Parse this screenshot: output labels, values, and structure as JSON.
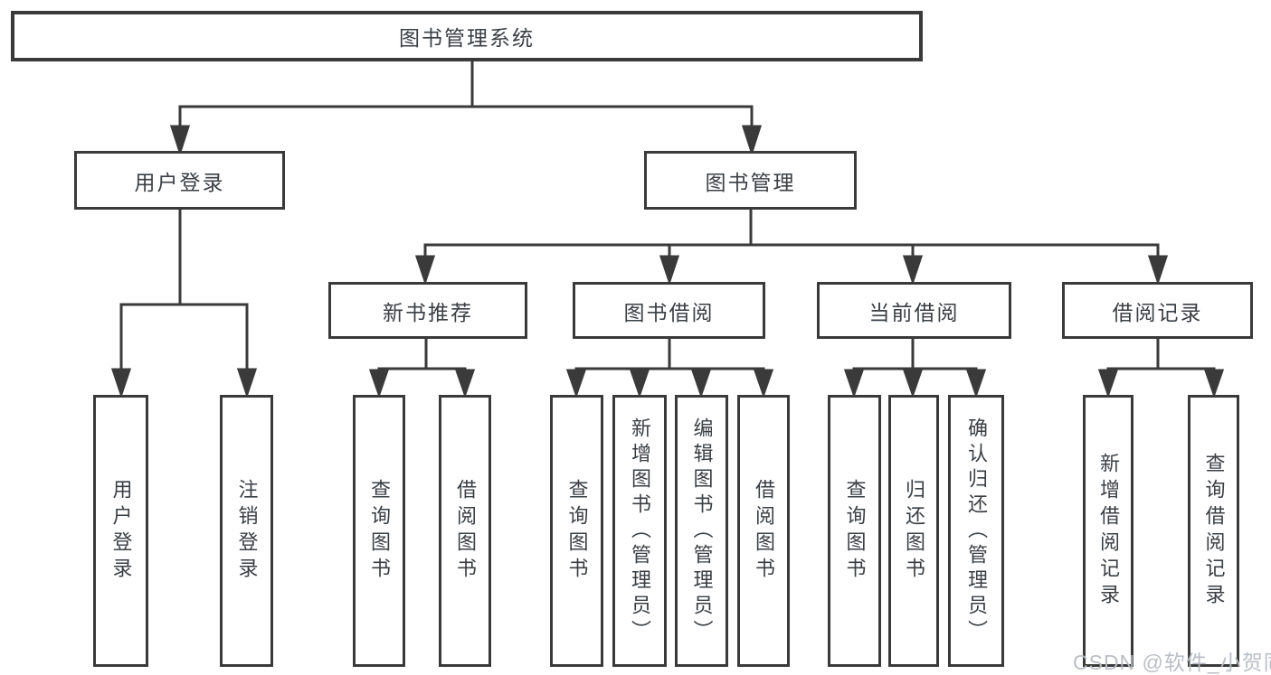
{
  "tree": {
    "label": "图书管理系统",
    "children": [
      {
        "label": "用户登录",
        "children": [
          {
            "label": "用户登录"
          },
          {
            "label": "注销登录"
          }
        ]
      },
      {
        "label": "图书管理",
        "children": [
          {
            "label": "新书推荐",
            "children": [
              {
                "label": "查询图书"
              },
              {
                "label": "借阅图书"
              }
            ]
          },
          {
            "label": "图书借阅",
            "children": [
              {
                "label": "查询图书"
              },
              {
                "label": "新增图书（管理员）"
              },
              {
                "label": "编辑图书（管理员）"
              },
              {
                "label": "借阅图书"
              }
            ]
          },
          {
            "label": "当前借阅",
            "children": [
              {
                "label": "查询图书"
              },
              {
                "label": "归还图书"
              },
              {
                "label": "确认归还（管理员）"
              }
            ]
          },
          {
            "label": "借阅记录",
            "children": [
              {
                "label": "新增借阅记录"
              },
              {
                "label": "查询借阅记录"
              }
            ]
          }
        ]
      }
    ]
  },
  "watermark": "CSDN @软件_小贺同学",
  "colors": {
    "line": "#3a3a3a",
    "text": "#3a3f44",
    "background": "#ffffff",
    "watermark": "#b6bbc2"
  }
}
